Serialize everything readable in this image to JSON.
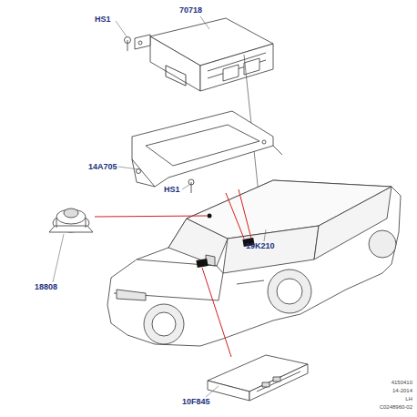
{
  "diagram": {
    "labels": [
      "HS1",
      "70718",
      "14A705",
      "HS1",
      "19K210",
      "18808",
      "10F845",
      "4150410",
      "14-2014",
      "LH",
      "C0248960-02"
    ]
  }
}
